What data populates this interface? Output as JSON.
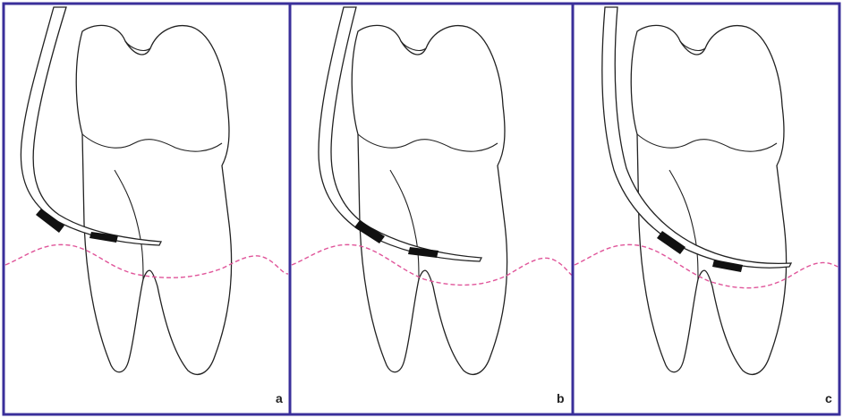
{
  "figure": {
    "panels": [
      {
        "id": "a",
        "label": "a"
      },
      {
        "id": "b",
        "label": "b"
      },
      {
        "id": "c",
        "label": "c"
      }
    ],
    "colors": {
      "border": "#3a2f9a",
      "outline": "#222222",
      "gingival_line": "#e0559a",
      "probe_band": "#111111"
    }
  }
}
